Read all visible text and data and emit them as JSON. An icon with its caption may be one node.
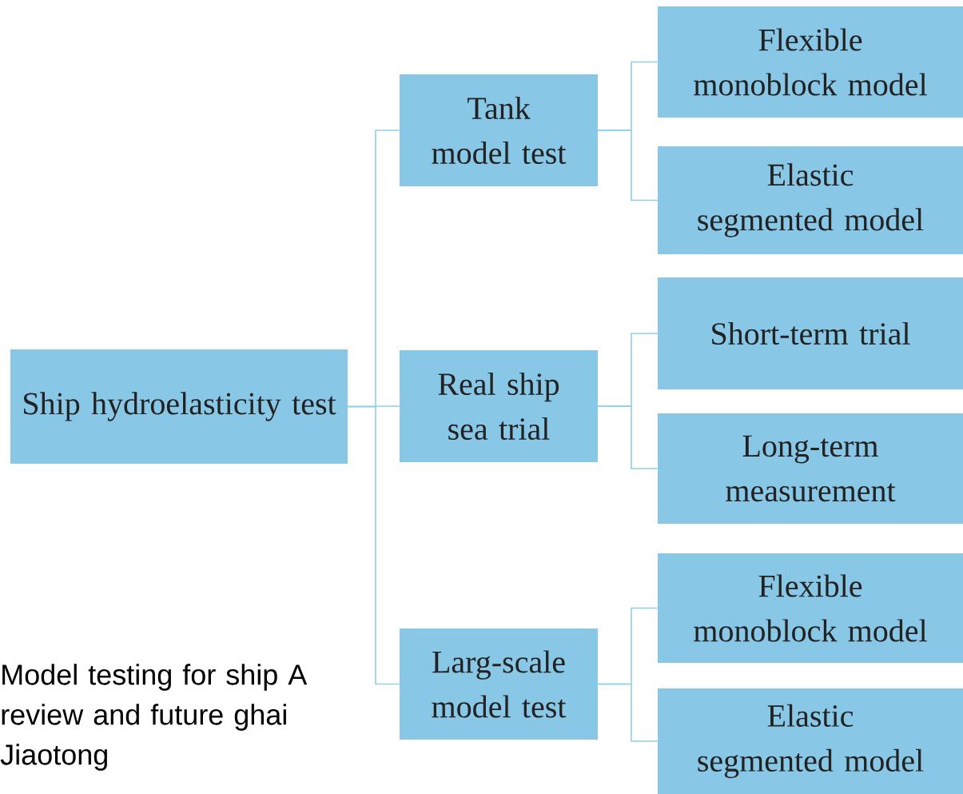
{
  "diagram": {
    "nodes": [
      {
        "text": [
          "Ship hydroelasticity test"
        ]
      },
      {
        "text": [
          "Tank model test"
        ]
      },
      {
        "text": [
          "Flexible monoblock model"
        ]
      },
      {
        "text": [
          "Elastic segmented model"
        ]
      },
      {
        "text": [
          "Real ship sea trial"
        ]
      },
      {
        "text": [
          "Short-term trial"
        ]
      },
      {
        "text": [
          "Long-term measurement"
        ]
      },
      {
        "text": [
          "Larg-scale model test"
        ]
      },
      {
        "text": [
          "Flexible monoblock model"
        ]
      },
      {
        "text": [
          "Elastic segmented model"
        ]
      }
    ],
    "edges": [
      {
        "from": 0,
        "to": 1,
        "arrow": "none"
      },
      {
        "from": 0,
        "to": 4,
        "arrow": "none"
      },
      {
        "from": 0,
        "to": 7,
        "arrow": "none"
      },
      {
        "from": 1,
        "to": 2,
        "arrow": "none"
      },
      {
        "from": 1,
        "to": 3,
        "arrow": "none"
      },
      {
        "from": 4,
        "to": 5,
        "arrow": "none"
      },
      {
        "from": 4,
        "to": 6,
        "arrow": "none"
      },
      {
        "from": 7,
        "to": 8,
        "arrow": "none"
      },
      {
        "from": 7,
        "to": 9,
        "arrow": "none"
      }
    ],
    "labels": [
      "Model testing for ship A review and future ghai Jiaotong"
    ]
  }
}
